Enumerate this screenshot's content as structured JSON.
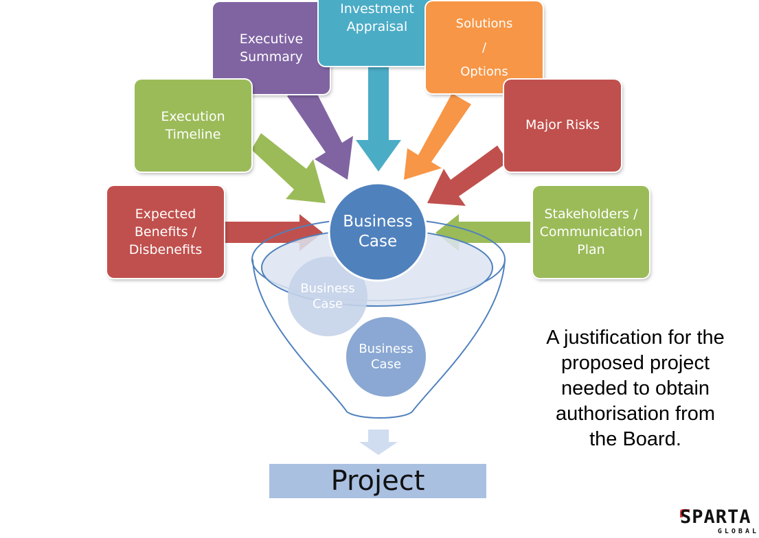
{
  "colors": {
    "purple": "#8064a2",
    "blue": "#4bacc6",
    "orange": "#f79646",
    "red": "#c0504d",
    "green": "#9bbb59",
    "center_circle": "#4f81bd",
    "faded_circle": "#b7c8e3",
    "mid_circle": "#8aa8d3",
    "funnel_fill": "#dce4f1",
    "project_bar": "#a9c0e1"
  },
  "boxes": {
    "executive_summary": "Executive\nSummary",
    "investment_appraisal": "Investment\nAppraisal",
    "solutions_options": "Solutions\n/\nOptions",
    "execution_timeline": "Execution\nTimeline",
    "major_risks": "Major Risks",
    "expected_benefits": "Expected\nBenefits /\nDisbenefits",
    "stakeholders": "Stakeholders /\nCommunication\nPlan"
  },
  "funnel": {
    "main_circle": "Business\nCase",
    "circle_two": "Business\nCase",
    "circle_three": "Business\nCase"
  },
  "project_label": "Project",
  "justification": "A justification for the\nproposed project\nneeded to obtain\nauthorisation from\nthe Board.",
  "logo": {
    "word": "SPARTA",
    "sub": "GLOBAL"
  }
}
